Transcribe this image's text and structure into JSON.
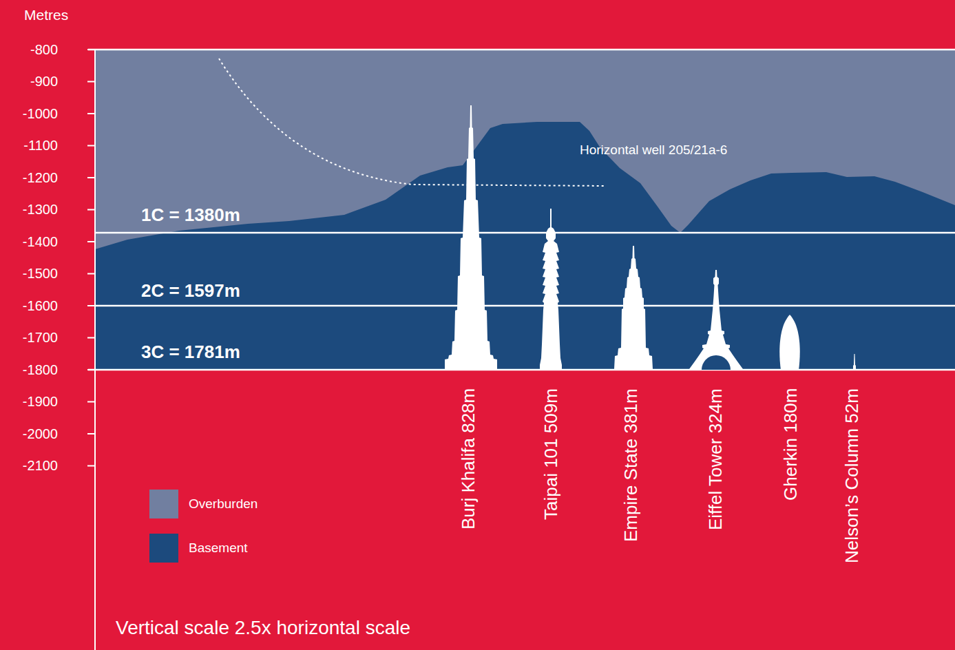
{
  "diagram": {
    "labels": [
      "Metres",
      "-800",
      "-900",
      "-1000",
      "-1100",
      "-1200",
      "-1300",
      "-1400",
      "-1500",
      "-1600",
      "-1700",
      "-1800",
      "-1900",
      "-2000",
      "-2100",
      "Horizontal well 205/21a-6",
      "1C = 1380m",
      "2C = 1597m",
      "3C = 1781m",
      "Burj Khalifa 828m",
      "Taipai 101 509m",
      "Empire State 381m",
      "Eiffel Tower 324m",
      "Gherkin 180m",
      "Nelson’s Column 52m",
      "Vertical scale 2.5x horizontal scale"
    ],
    "legend": [
      {
        "text": "Overburden",
        "color": "#717fa0"
      },
      {
        "text": "Basement",
        "color": "#1c4a7d"
      }
    ]
  }
}
